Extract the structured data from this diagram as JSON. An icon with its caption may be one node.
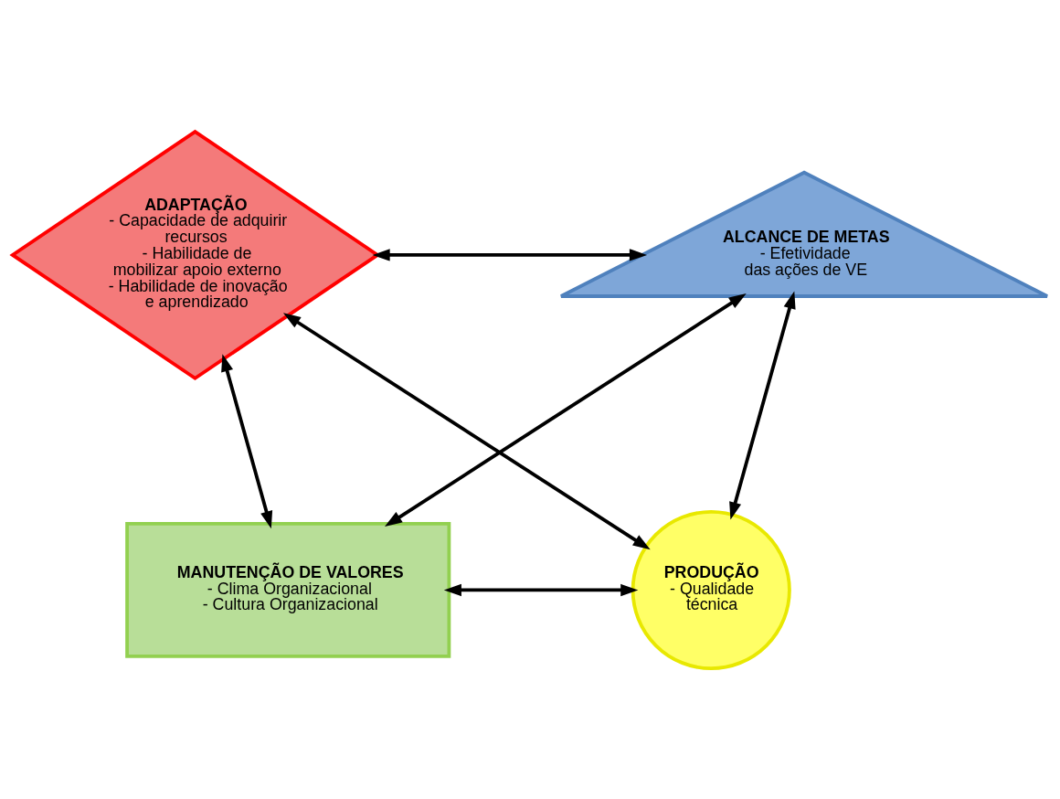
{
  "diagram": {
    "nodes": [
      {
        "text": [
          "ADAPTAÇÃO",
          "- Capacidade de adquirir recursos",
          "- Habilidade de mobilizar apoio externo",
          "- Habilidade de inovação e aprendizado"
        ]
      },
      {
        "text": [
          "ALCANCE DE METAS",
          "- Efetividade das ações de VE"
        ]
      },
      {
        "text": [
          "MANUTENÇÃO DE VALORES",
          "- Clima Organizacional",
          "- Cultura Organizacional"
        ]
      },
      {
        "text": [
          "PRODUÇÃO",
          "- Qualidade técnica"
        ]
      }
    ],
    "edges": [
      {
        "from": 0,
        "to": 1,
        "arrow": "both"
      },
      {
        "from": 0,
        "to": 2,
        "arrow": "both"
      },
      {
        "from": 0,
        "to": 3,
        "arrow": "both"
      },
      {
        "from": 1,
        "to": 2,
        "arrow": "both"
      },
      {
        "from": 1,
        "to": 3,
        "arrow": "both"
      },
      {
        "from": 2,
        "to": 3,
        "arrow": "both"
      }
    ]
  }
}
